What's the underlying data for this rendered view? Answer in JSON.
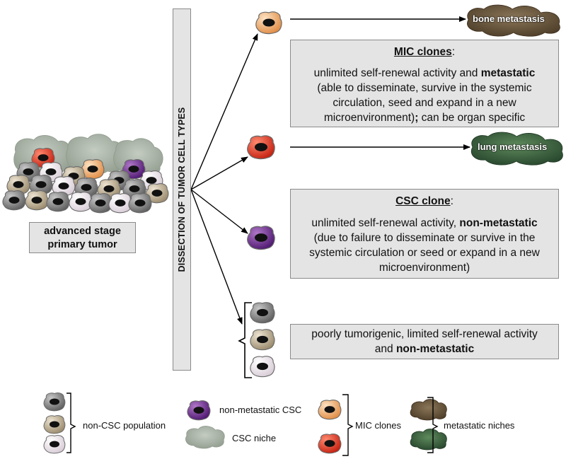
{
  "left_label": {
    "line1": "advanced stage",
    "line2": "primary tumor"
  },
  "vertical_bar": "DISSECTION OF TUMOR CELL TYPES",
  "metastasis": {
    "bone": "bone metastasis",
    "lung": "lung metastasis"
  },
  "mic_box": {
    "title": "MIC clones",
    "title_suffix": ":",
    "line1_pre": "unlimited self-renewal activity and ",
    "line1_bold": "metastatic",
    "line2": "(able to disseminate, survive in the systemic",
    "line3": "circulation, seed and expand in a new",
    "line4_pre": "microenvironment)",
    "line4_bold": ";",
    "line4_post": " can be organ specific"
  },
  "csc_box": {
    "title": "CSC clone",
    "title_suffix": ":",
    "line1_pre": "unlimited self-renewal activity, ",
    "line1_bold": "non-metastatic",
    "line2": "(due to failure to disseminate or survive in the",
    "line3": "systemic circulation or seed or expand in a new",
    "line4": "microenvironment)"
  },
  "poor_box": {
    "line1": "poorly tumorigenic, limited self-renewal activity",
    "line2_pre": "and ",
    "line2_bold": "non-metastatic"
  },
  "legend": {
    "non_csc": "non-CSC population",
    "non_metastatic_csc": "non-metastatic CSC",
    "csc_niche": "CSC niche",
    "mic_clones": "MIC clones",
    "metastatic_niches": "metastatic niches"
  },
  "colors": {
    "cell_orange": "#e8a66a",
    "cell_red": "#d63422",
    "cell_purple": "#6a2a86",
    "cell_gray": "#8a8a8a",
    "cell_tan": "#b8a88e",
    "cell_pale": "#ece4ea",
    "niche_gray": "#a6b0a4",
    "niche_bone": "#6e5a40",
    "niche_lung": "#3d6440",
    "box_fill": "#e4e4e4"
  }
}
